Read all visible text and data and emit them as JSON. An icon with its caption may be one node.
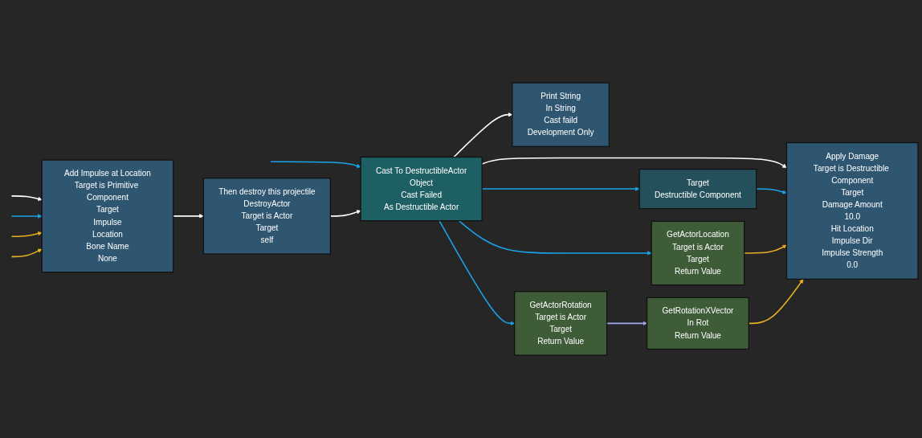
{
  "diagram": {
    "nodes": [
      {
        "text": [
          "Add Impulse at Location",
          "Target is Primitive Component",
          "Target",
          "Impulse",
          "Location",
          "Bone Name",
          "None"
        ]
      },
      {
        "text": [
          "Then destroy this projectile",
          "DestroyActor",
          "Target is Actor",
          "Target",
          "self"
        ]
      },
      {
        "text": [
          "Cast To DestructibleActor",
          "Object",
          "Cast Failed",
          "As Destructible Actor"
        ]
      },
      {
        "text": [
          "Apply Damage",
          "Target is Destructible Component",
          "Target",
          "Damage Amount",
          "10.0",
          "Hit Location",
          "Impulse Dir",
          "Impulse Strength",
          "0.0"
        ]
      },
      {
        "text": [
          "Target",
          "Destructible Component"
        ]
      },
      {
        "text": [
          "Print String",
          "In String",
          "Cast faild",
          "Development Only"
        ]
      },
      {
        "text": [
          "GetActorLocation",
          "Target is Actor",
          "Target",
          "Return Value"
        ]
      },
      {
        "text": [
          "GetRotationXVector",
          "In Rot",
          "Return Value"
        ]
      },
      {
        "text": [
          "GetActorRotation",
          "Target is Actor",
          "Target",
          "Return Value"
        ]
      }
    ],
    "edges": [
      {
        "from": null,
        "to": 0,
        "arrow": "to",
        "color": "#ffffff"
      },
      {
        "from": null,
        "to": 0,
        "arrow": "to"
      },
      {
        "from": null,
        "to": 0,
        "arrow": "to",
        "color": "#e8b020"
      },
      {
        "from": null,
        "to": 0,
        "arrow": "to",
        "color": "#e8b020"
      },
      {
        "from": null,
        "to": 2,
        "arrow": "to"
      },
      {
        "from": 0,
        "to": 1,
        "arrow": "to",
        "color": "#ffffff"
      },
      {
        "from": 1,
        "to": 2,
        "arrow": "to",
        "color": "#ffffff"
      },
      {
        "from": 2,
        "to": 3,
        "arrow": "to",
        "color": "#ffffff"
      },
      {
        "from": 2,
        "to": 5,
        "arrow": "to",
        "color": "#ffffff"
      },
      {
        "from": 2,
        "to": 4,
        "arrow": "to"
      },
      {
        "from": 2,
        "to": 6,
        "arrow": "to"
      },
      {
        "from": 2,
        "to": 8,
        "arrow": "to"
      },
      {
        "from": 4,
        "to": 3,
        "arrow": "to"
      },
      {
        "from": 6,
        "to": 3,
        "arrow": "to",
        "color": "#e8b020"
      },
      {
        "from": 7,
        "to": 3,
        "arrow": "to",
        "color": "#e8b020"
      },
      {
        "from": 8,
        "to": 7,
        "arrow": "to",
        "color": "#a0a8f0"
      }
    ]
  }
}
